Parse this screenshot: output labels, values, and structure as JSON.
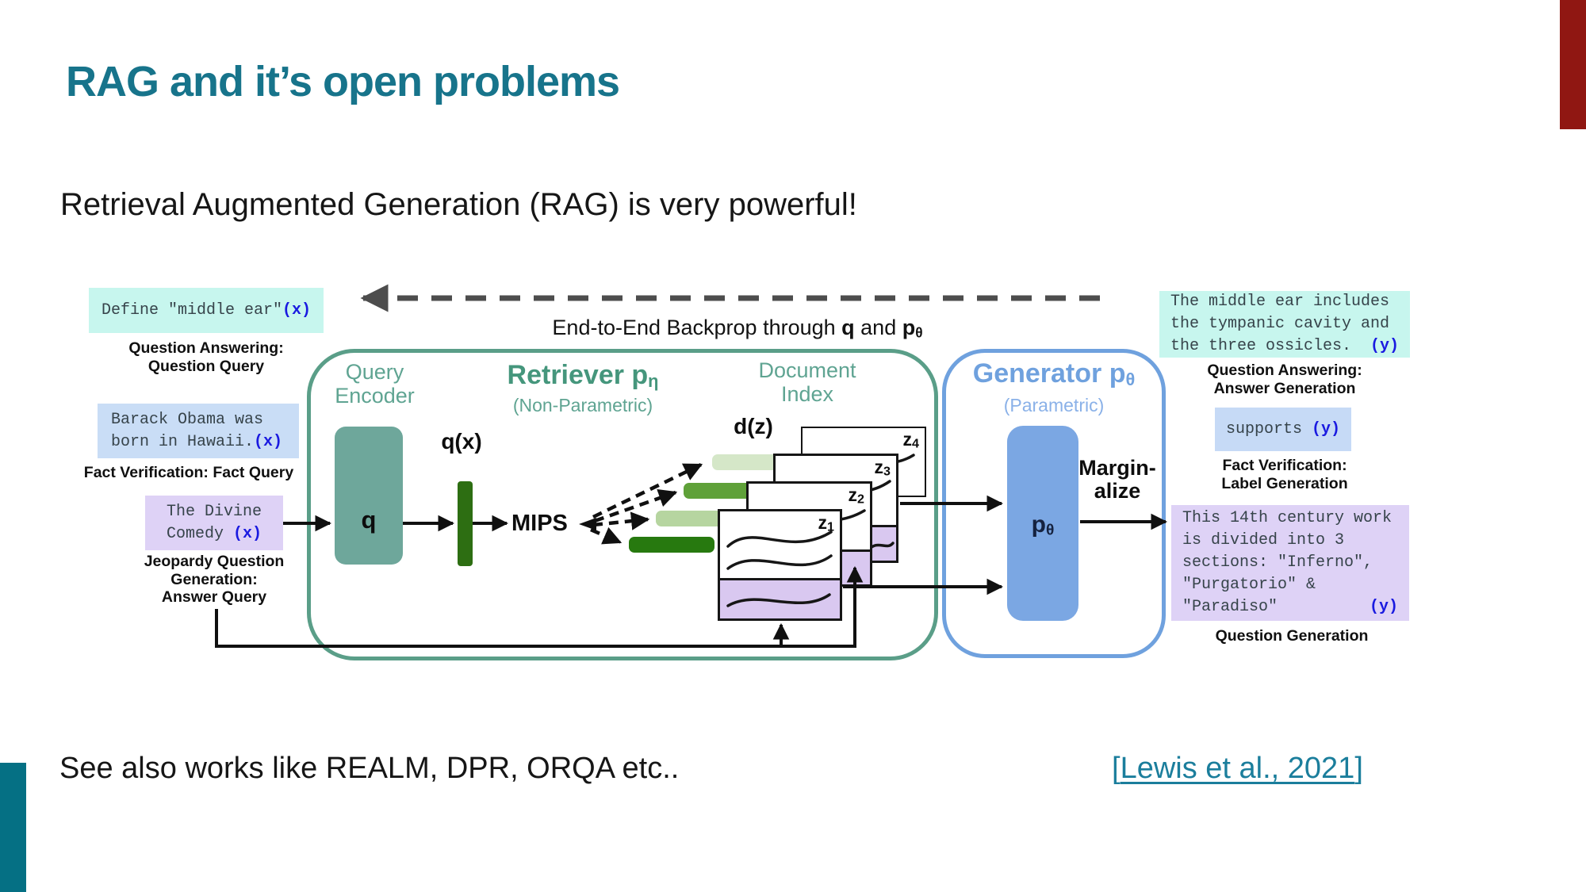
{
  "slide": {
    "title": "RAG and it’s open problems",
    "subtitle": "Retrieval Augmented Generation (RAG) is very powerful!",
    "footer_text": "See also works like REALM, DPR, ORQA etc..",
    "citation": {
      "open": "[",
      "text": "Lewis et al., 2021",
      "close": "]"
    }
  },
  "palette": {
    "title_teal": "#17748b",
    "link_teal": "#1b7e9c",
    "accent_red_bar": "#901712",
    "accent_teal_bar": "#057084",
    "retriever_green": "#5a9e88",
    "generator_blue": "#6fa1de",
    "query_encoder_fill": "#6ea79b",
    "p_theta_fill": "#7ba7e3",
    "cyan_box": "#c7f6ee",
    "blue_box": "#c9ddf6",
    "purple_box": "#ded2f6",
    "doc_purple": "#d9c8f0",
    "token_blue": "#1a1ae0"
  },
  "diagram": {
    "backprop": {
      "prefix": "End-to-End Backprop through ",
      "q": "q",
      "mid": " and ",
      "p": "p",
      "theta": "θ"
    },
    "inputs": [
      {
        "box_lines": [
          "Define \"middle ear\""
        ],
        "token": "(x)",
        "label": [
          "Question Answering:",
          "Question Query"
        ]
      },
      {
        "box_lines": [
          "Barack Obama was",
          "born in Hawaii."
        ],
        "token": "(x)",
        "label": [
          "Fact Verification: Fact Query"
        ]
      },
      {
        "box_lines": [
          "The Divine",
          "Comedy "
        ],
        "token": "(x)",
        "label": [
          "Jeopardy Question",
          "Generation:",
          "Answer Query"
        ]
      }
    ],
    "retriever": {
      "name": "Retriever p",
      "name_sub": "η",
      "kind": "(Non-Parametric)",
      "encoder_line1": "Query",
      "encoder_line2": "Encoder",
      "q": "q",
      "qx": "q(x)",
      "mips": "MIPS",
      "dz": "d(z)",
      "index_line1": "Document",
      "index_line2": "Index"
    },
    "doc_labels": {
      "z1": {
        "b": "z",
        "s": "1"
      },
      "z2": {
        "b": "z",
        "s": "2"
      },
      "z3": {
        "b": "z",
        "s": "3"
      },
      "z4": {
        "b": "z",
        "s": "4"
      }
    },
    "generator": {
      "name": "Generator p",
      "name_sub": "θ",
      "kind": "(Parametric)",
      "p": "p",
      "p_sub": "θ",
      "marg1": "Margin-",
      "marg2": "alize"
    },
    "outputs": [
      {
        "box_lines": [
          "The middle ear includes",
          "the tympanic cavity and"
        ],
        "last": "the three ossicles.",
        "token": "(y)",
        "label": [
          "Question Answering:",
          "Answer Generation"
        ]
      },
      {
        "last": "supports ",
        "token": "(y)",
        "label": [
          "Fact Verification:",
          "Label Generation"
        ]
      },
      {
        "box_lines": [
          "This 14th century work",
          "is divided into 3",
          "sections: \"Inferno\",",
          "\"Purgatorio\" &"
        ],
        "last": "\"Paradiso\"",
        "token": "(y)",
        "label": [
          "Question Generation"
        ]
      }
    ]
  }
}
